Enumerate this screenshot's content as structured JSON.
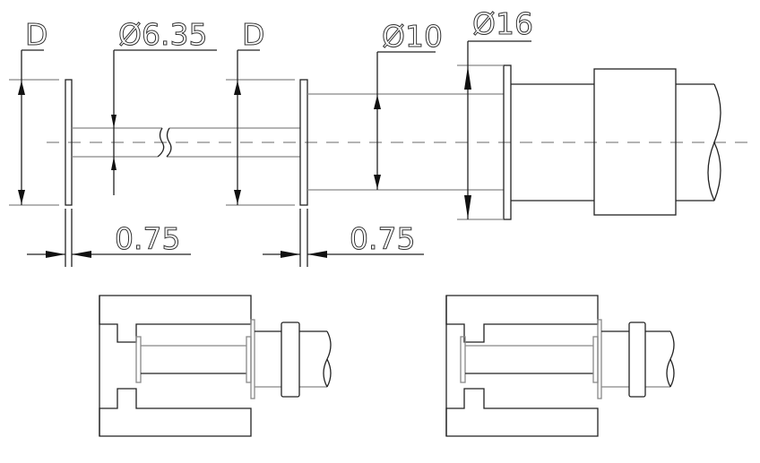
{
  "labels": {
    "d_left": "D",
    "dia_shaft": "Ø6.35",
    "d_right": "D",
    "dia_body": "Ø10",
    "dia_flange": "Ø16",
    "gap_left": "0.75",
    "gap_right": "0.75"
  },
  "colors": {
    "line": "#222222",
    "gray_line": "#888888"
  }
}
